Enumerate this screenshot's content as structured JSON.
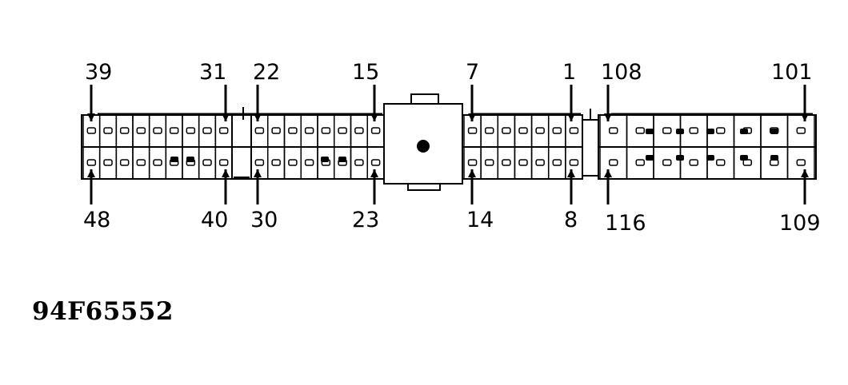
{
  "diagram": {
    "code": "94F65552",
    "ink_color": "#000000",
    "background_color": "#ffffff",
    "pin_labels": {
      "top": [
        "39",
        "31",
        "22",
        "15",
        "7",
        "1",
        "108",
        "101"
      ],
      "bottom": [
        "48",
        "40",
        "30",
        "23",
        "14",
        "8",
        "116",
        "109"
      ]
    }
  }
}
